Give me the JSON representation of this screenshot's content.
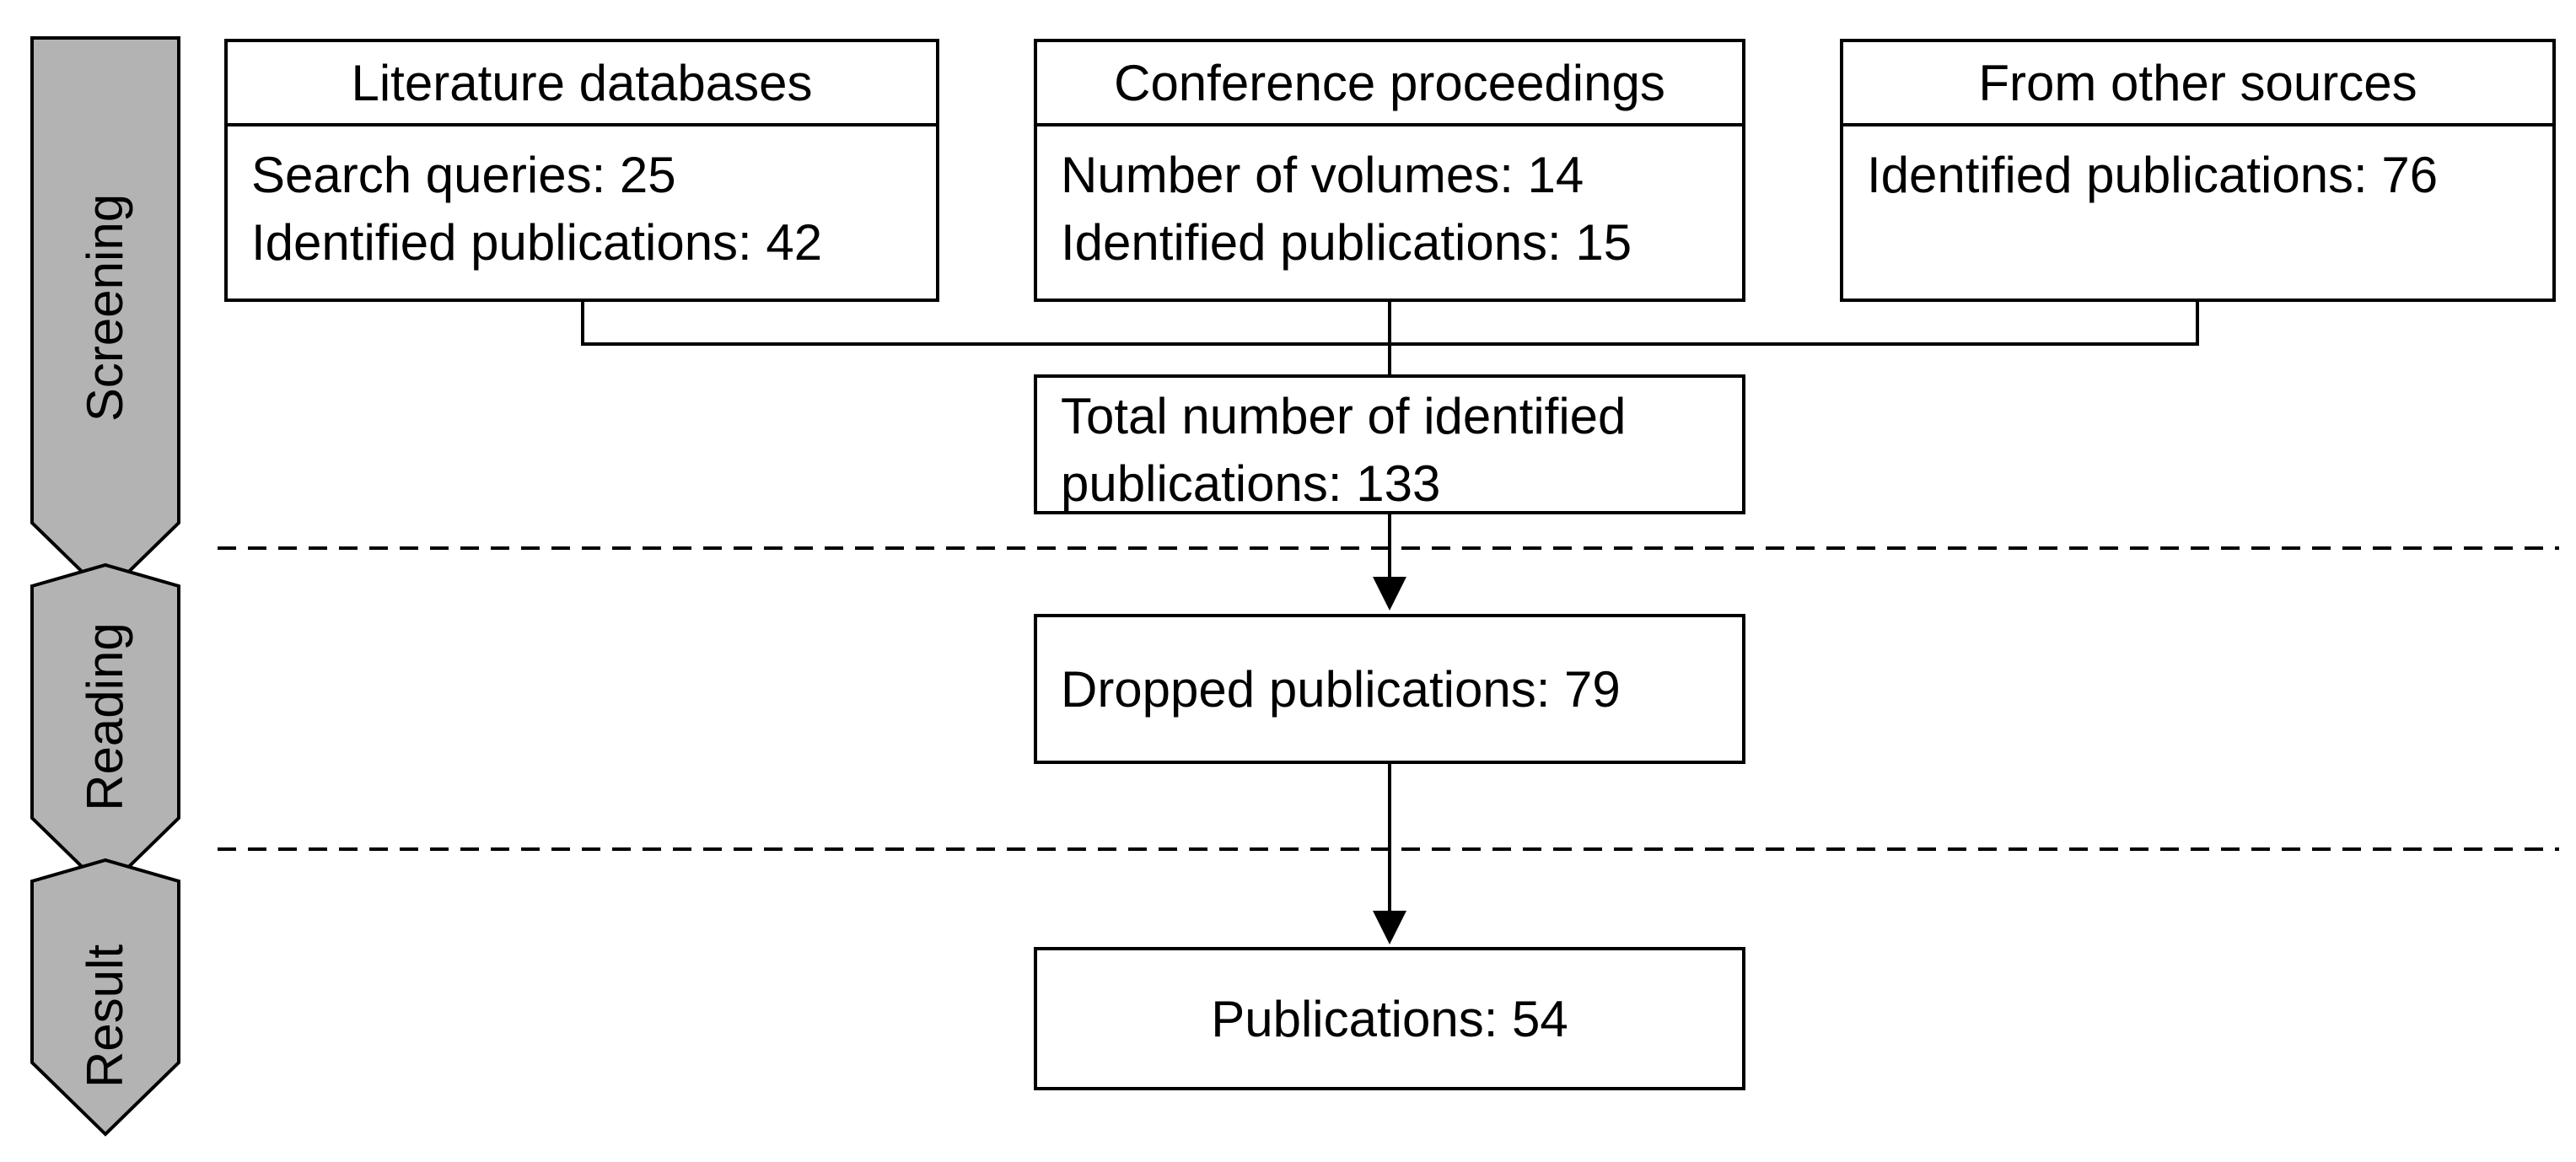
{
  "phases": [
    {
      "label": "Screening"
    },
    {
      "label": "Reading"
    },
    {
      "label": "Result"
    }
  ],
  "sources": [
    {
      "title": "Literature databases",
      "lines": [
        "Search queries: 25",
        "Identified publications: 42"
      ]
    },
    {
      "title": "Conference proceedings",
      "lines": [
        "Number of volumes: 14",
        "Identified publications: 15"
      ]
    },
    {
      "title": "From other sources",
      "lines": [
        "Identified publications: 76"
      ]
    }
  ],
  "total": {
    "lines": [
      "Total number of identified",
      "publications: 133"
    ]
  },
  "dropped": {
    "text": "Dropped publications: 79"
  },
  "result": {
    "text": "Publications: 54"
  },
  "colors": {
    "phase_fill": "#b3b3b3",
    "line": "#000000"
  }
}
